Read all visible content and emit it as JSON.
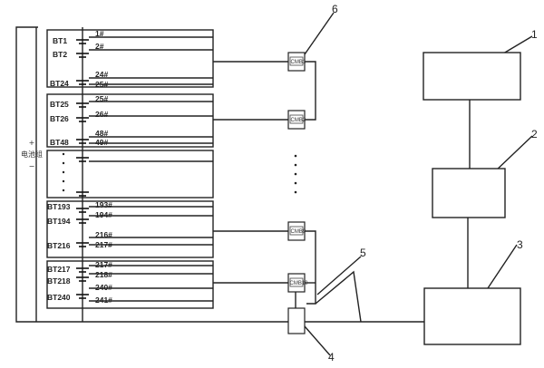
{
  "battery_pack_label": "电池组",
  "pack_plus": "+",
  "pack_minus": "−",
  "battery_labels": [
    {
      "id": "bt1",
      "text": "BT1"
    },
    {
      "id": "bt2",
      "text": "BT2"
    },
    {
      "id": "bt24",
      "text": "BT24"
    },
    {
      "id": "bt25",
      "text": "BT25"
    },
    {
      "id": "bt26",
      "text": "BT26"
    },
    {
      "id": "bt48",
      "text": "BT48"
    },
    {
      "id": "bt193",
      "text": "BT193"
    },
    {
      "id": "bt194",
      "text": "BT194"
    },
    {
      "id": "bt216",
      "text": "BT216"
    },
    {
      "id": "bt217",
      "text": "BT217"
    },
    {
      "id": "bt218",
      "text": "BT218"
    },
    {
      "id": "bt240",
      "text": "BT240"
    }
  ],
  "node_labels": [
    {
      "id": "n1",
      "text": "1#"
    },
    {
      "id": "n2",
      "text": "2#"
    },
    {
      "id": "n24",
      "text": "24#"
    },
    {
      "id": "n25",
      "text": "25#"
    },
    {
      "id": "n25b",
      "text": "25#"
    },
    {
      "id": "n26",
      "text": "26#"
    },
    {
      "id": "n48",
      "text": "48#"
    },
    {
      "id": "n49",
      "text": "49#"
    },
    {
      "id": "n193",
      "text": "193#"
    },
    {
      "id": "n194",
      "text": "194#"
    },
    {
      "id": "n216",
      "text": "216#"
    },
    {
      "id": "n217",
      "text": "217#"
    },
    {
      "id": "n217b",
      "text": "217#"
    },
    {
      "id": "n218",
      "text": "218#"
    },
    {
      "id": "n240",
      "text": "240#"
    },
    {
      "id": "n241",
      "text": "241#"
    }
  ],
  "module_labels": [
    {
      "id": "m1",
      "text": "CMB1"
    },
    {
      "id": "m2",
      "text": "CMB2"
    },
    {
      "id": "m9",
      "text": "CMB9"
    },
    {
      "id": "m10",
      "text": "CMB10"
    }
  ],
  "callouts": [
    {
      "id": "c1",
      "text": "1"
    },
    {
      "id": "c2",
      "text": "2"
    },
    {
      "id": "c3",
      "text": "3"
    },
    {
      "id": "c4",
      "text": "4"
    },
    {
      "id": "c5",
      "text": "5"
    },
    {
      "id": "c6",
      "text": "6"
    }
  ]
}
